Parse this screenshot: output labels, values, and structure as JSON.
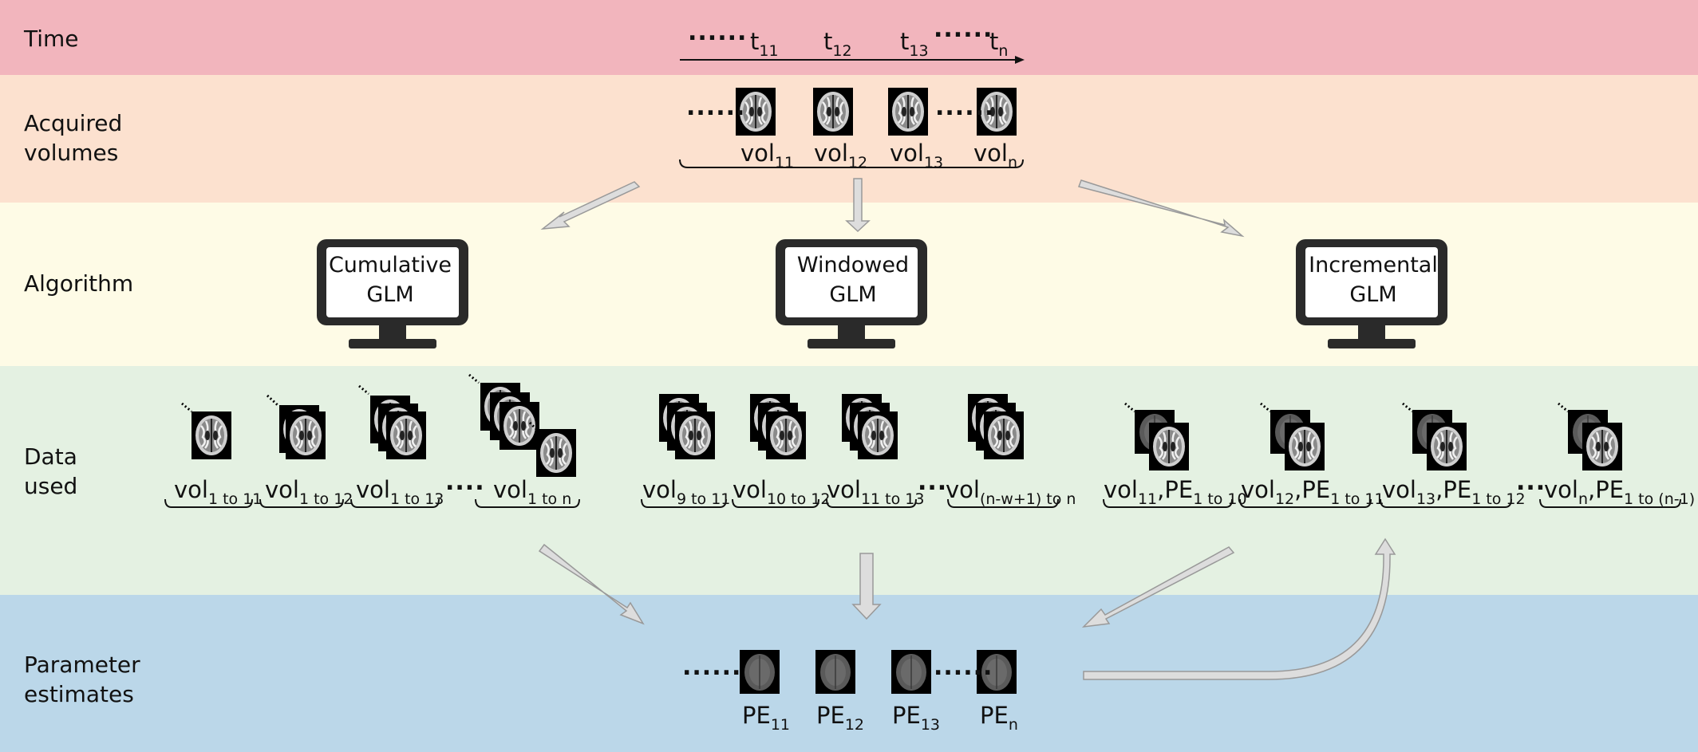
{
  "rows": {
    "time": {
      "label": "Time",
      "color": "#f2b5bd"
    },
    "acquired": {
      "label_line1": "Acquired",
      "label_line2": "volumes",
      "color": "#fce1cf"
    },
    "algorithm": {
      "label": "Algorithm",
      "color": "#fefbe6"
    },
    "data_used": {
      "label_line1": "Data",
      "label_line2": "used",
      "color": "#e4f1e2"
    },
    "param": {
      "label_line1": "Parameter",
      "label_line2": "estimates",
      "color": "#bbd7e9"
    }
  },
  "time_labels": {
    "dots": "......",
    "dots2": "......",
    "t11": {
      "base": "t",
      "sub": "11"
    },
    "t12": {
      "base": "t",
      "sub": "12"
    },
    "t13": {
      "base": "t",
      "sub": "13"
    },
    "tn": {
      "base": "t",
      "sub": "n"
    }
  },
  "acquired_labels": {
    "dots": "......",
    "dots2": "......",
    "v11": {
      "base": "vol",
      "sub": "11"
    },
    "v12": {
      "base": "vol",
      "sub": "12"
    },
    "v13": {
      "base": "vol",
      "sub": "13"
    },
    "vn": {
      "base": "vol",
      "sub": "n"
    }
  },
  "algorithms": {
    "cumulative": {
      "line1": "Cumulative",
      "line2": "GLM"
    },
    "windowed": {
      "line1": "Windowed",
      "line2": "GLM"
    },
    "incremental": {
      "line1": "Incremental",
      "line2": "GLM"
    }
  },
  "data_used": {
    "c1": {
      "base": "vol",
      "sub": "1 to 11"
    },
    "c2": {
      "base": "vol",
      "sub": "1 to 12"
    },
    "c3": {
      "base": "vol",
      "sub": "1  to 13"
    },
    "c_dots": "....",
    "c4": {
      "base": "vol",
      "sub": "1  to n"
    },
    "w1": {
      "base": "vol",
      "sub": "9 to 11"
    },
    "w2": {
      "base": "vol",
      "sub": "10 to 12"
    },
    "w3": {
      "base": "vol",
      "sub": "11 to 13"
    },
    "w_dots": "...",
    "w4": {
      "base": "vol",
      "sub": "(n-w+1)  to n"
    },
    "i1": {
      "base": "vol",
      "sub": "11",
      "mid": ",PE",
      "sub2": "1 to 10"
    },
    "i2": {
      "base": "vol",
      "sub": "12",
      "mid": ",PE",
      "sub2": "1 to 11"
    },
    "i3": {
      "base": "vol",
      "sub": "13",
      "mid": ",PE",
      "sub2": "1 to 12"
    },
    "i_dots": "...",
    "i4": {
      "base": "vol",
      "sub": "n",
      "mid": ",PE",
      "sub2": "1 to (n-1)"
    }
  },
  "param_labels": {
    "dots": "......",
    "dots2": "......",
    "p11": {
      "base": "PE",
      "sub": "11"
    },
    "p12": {
      "base": "PE",
      "sub": "12"
    },
    "p13": {
      "base": "PE",
      "sub": "13"
    },
    "pn": {
      "base": "PE",
      "sub": "n"
    }
  }
}
